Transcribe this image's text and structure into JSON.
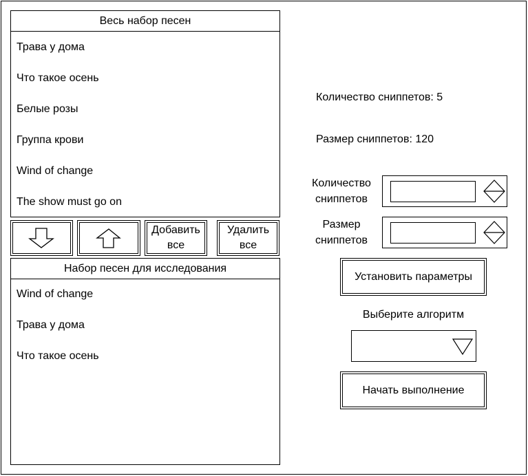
{
  "all_songs": {
    "title": "Весь набор песен",
    "items": [
      "Трава у дома",
      "Что такое осень",
      "Белые розы",
      "Группа крови",
      "Wind of change",
      "The show must go on"
    ]
  },
  "controls": {
    "move_down_icon": "arrow-down-icon",
    "move_up_icon": "arrow-up-icon",
    "add_all_line1": "Добавить",
    "add_all_line2": "все",
    "remove_all_line1": "Удалить",
    "remove_all_line2": "все"
  },
  "study_songs": {
    "title": "Набор песен для исследования",
    "items": [
      "Wind of change",
      "Трава у дома",
      "Что такое осень"
    ]
  },
  "settings": {
    "snippet_count_text": "Количество сниппетов: 5",
    "snippet_size_text": "Размер сниппетов: 120",
    "count_label_line1": "Количество",
    "count_label_line2": "сниппетов",
    "count_value": "",
    "size_label_line1": "Размер",
    "size_label_line2": "сниппетов",
    "size_value": "",
    "set_params_label": "Установить параметры",
    "algorithm_label": "Выберите алгоритм",
    "algorithm_value": "",
    "start_label": "Начать выполнение"
  }
}
